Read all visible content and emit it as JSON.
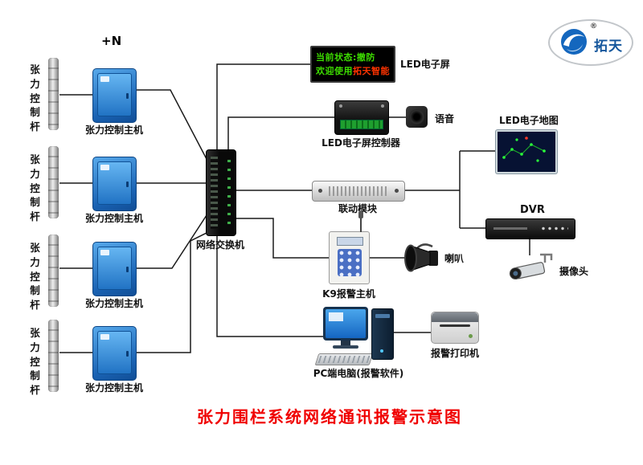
{
  "title": "张力围栏系统网络通讯报警示意图",
  "logo": {
    "brand": "拓天",
    "reg": "®"
  },
  "plus_n": "+N",
  "unit": {
    "pole_label": "张力控制杆",
    "host_label": "张力控制主机"
  },
  "devices": {
    "switch": {
      "label": "网络交换机"
    },
    "led_screen": {
      "label": "LED电子屏",
      "line1": "当前状态:撤防",
      "line2_prefix": "欢迎使用",
      "line2_highlight": "拓天智能"
    },
    "led_controller": {
      "label": "LED电子屏控制器"
    },
    "voice": {
      "label": "语音"
    },
    "linkage": {
      "label": "联动模块"
    },
    "led_map": {
      "label": "LED电子地图"
    },
    "dvr": {
      "label": "DVR"
    },
    "camera": {
      "label": "摄像头"
    },
    "k9": {
      "label": "K9报警主机"
    },
    "horn": {
      "label": "喇叭"
    },
    "pc": {
      "label": "PC端电脑(报警软件)"
    },
    "printer": {
      "label": "报警打印机"
    }
  },
  "colors": {
    "title": "#f00000",
    "led_green": "#3ddd00",
    "led_red": "#ff3300",
    "host_blue": "#2a7fd8",
    "logo_blue": "#1565c0"
  }
}
